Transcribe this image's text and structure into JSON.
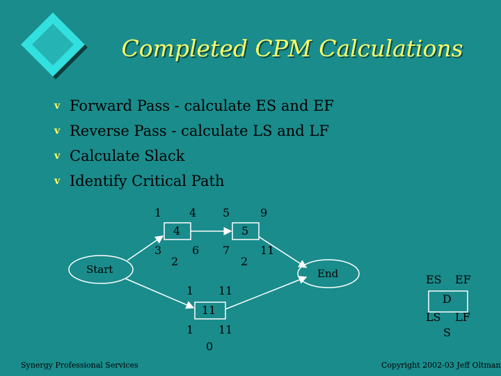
{
  "title": "Completed CPM Calculations",
  "bullets": [
    "Forward Pass - calculate ES and EF",
    "Reverse Pass - calculate LS and LF",
    "Calculate Slack",
    "Identify Critical Path"
  ],
  "bullet_icon": "v",
  "colors": {
    "background": "#1a8c8c",
    "title": "#ffff66",
    "node_fill": "#1a8c8c",
    "stroke": "#ffffff"
  },
  "diagram": {
    "start_label": "Start",
    "end_label": "End",
    "node1": {
      "es": "1",
      "ef": "4",
      "duration": "4",
      "ls": "3",
      "lf": "6",
      "slack": "2"
    },
    "node2": {
      "es": "5",
      "ef": "9",
      "duration": "5",
      "ls": "7",
      "lf": "11",
      "slack": "2"
    },
    "node3": {
      "es": "1",
      "ef": "11",
      "duration": "11",
      "ls": "1",
      "lf": "11",
      "slack": "0"
    }
  },
  "legend": {
    "es": "ES",
    "ef": "EF",
    "d": "D",
    "ls": "LS",
    "lf": "LF",
    "s": "S"
  },
  "footer": {
    "left": "Synergy Professional Services",
    "right": "Copyright 2002-03 Jeff Oltmann"
  }
}
